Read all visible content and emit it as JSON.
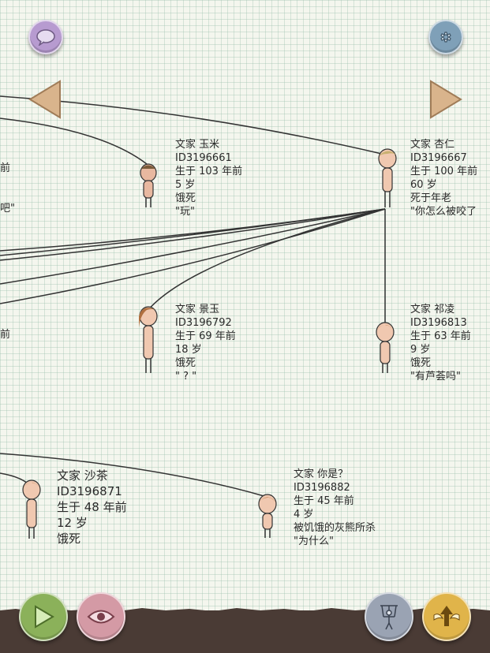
{
  "people": [
    {
      "id": "p_left_top",
      "lines": [
        "前",
        "",
        "",
        "",
        "吧\""
      ]
    },
    {
      "id": "p_yumi",
      "lines": [
        "文家 玉米",
        "ID3196661",
        "生于 103 年前",
        "5 岁",
        "饿死",
        "\"玩\""
      ]
    },
    {
      "id": "p_xingren",
      "lines": [
        "文家 杏仁",
        "ID3196667",
        "生于 100 年前",
        "60 岁",
        "死于年老",
        "\"你怎么被咬了"
      ]
    },
    {
      "id": "p_left_mid",
      "lines": [
        "前"
      ]
    },
    {
      "id": "p_jingyu",
      "lines": [
        "文家 景玉",
        "ID3196792",
        "生于 69 年前",
        "18 岁",
        "饿死",
        "\" ? \""
      ]
    },
    {
      "id": "p_qiling",
      "lines": [
        "文家 祁凌",
        "ID3196813",
        "生于 63 年前",
        "9 岁",
        "饿死",
        "\"有芦荟吗\""
      ]
    },
    {
      "id": "p_shacha",
      "lines": [
        "文家 沙茶",
        "ID3196871",
        "生于 48 年前",
        "12 岁",
        "饿死"
      ]
    },
    {
      "id": "p_nishi",
      "lines": [
        "文家 你是？",
        "ID3196882",
        "生于 45 年前",
        "4 岁",
        "被饥饿的灰熊所杀",
        "\"为什么\""
      ]
    }
  ],
  "icons": {
    "chat": "chat-bubble-icon",
    "settings": "gear-icon",
    "prev": "left-arrow-icon",
    "next": "right-arrow-icon",
    "play": "play-icon",
    "view": "eye-icon",
    "puppet": "puppet-icon",
    "upgrade": "up-arrow-wings-icon"
  },
  "colors": {
    "purple_btn": "#b79bd0",
    "gear_btn": "#7fa0b8",
    "arrow": "#d9b48c",
    "play_btn": "#8bb15a",
    "eye_btn": "#d49aa5",
    "puppet_btn": "#9aa3b3",
    "upgrade_btn": "#e0b44a",
    "ground": "#4a3b35"
  }
}
